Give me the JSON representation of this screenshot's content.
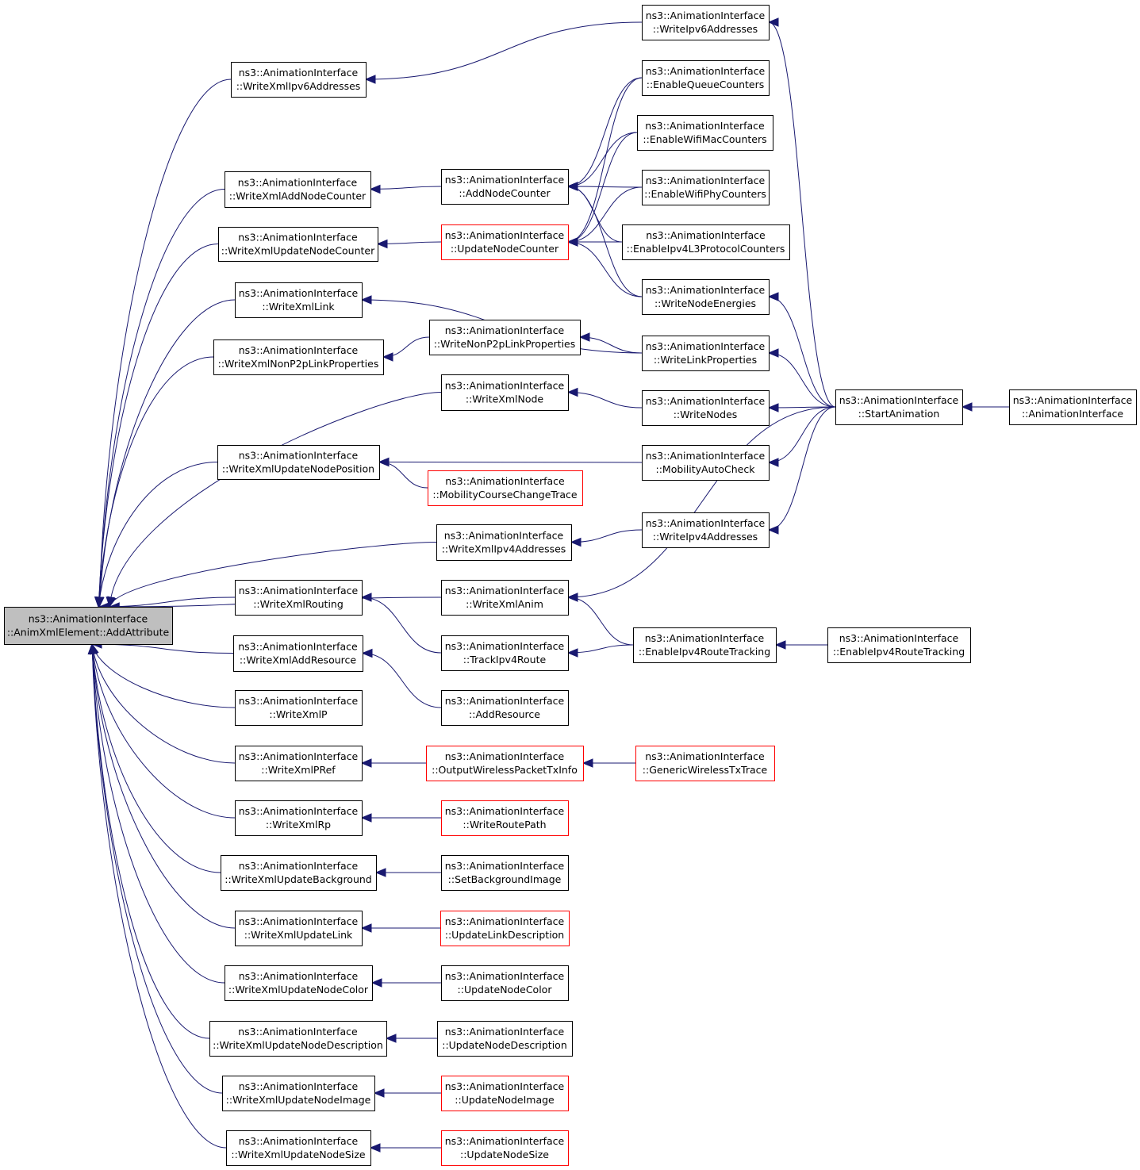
{
  "colors": {
    "edge": "#191970",
    "node_border": "#000000",
    "truncated_border": "#ff0000",
    "root_fill": "#bfbfbf",
    "background": "#ffffff"
  },
  "nodes": {
    "addattr": {
      "line1": "ns3::AnimationInterface",
      "line2": "::AnimXmlElement::AddAttribute",
      "kind": "root"
    },
    "wxipv6": {
      "line1": "ns3::AnimationInterface",
      "line2": "::WriteXmlIpv6Addresses",
      "kind": "normal"
    },
    "wxanc": {
      "line1": "ns3::AnimationInterface",
      "line2": "::WriteXmlAddNodeCounter",
      "kind": "normal"
    },
    "wxunc": {
      "line1": "ns3::AnimationInterface",
      "line2": "::WriteXmlUpdateNodeCounter",
      "kind": "normal"
    },
    "wxlink": {
      "line1": "ns3::AnimationInterface",
      "line2": "::WriteXmlLink",
      "kind": "normal"
    },
    "wxnp2p": {
      "line1": "ns3::AnimationInterface",
      "line2": "::WriteXmlNonP2pLinkProperties",
      "kind": "normal"
    },
    "wxunp": {
      "line1": "ns3::AnimationInterface",
      "line2": "::WriteXmlUpdateNodePosition",
      "kind": "normal"
    },
    "wxrouting": {
      "line1": "ns3::AnimationInterface",
      "line2": "::WriteXmlRouting",
      "kind": "normal"
    },
    "wxaddres": {
      "line1": "ns3::AnimationInterface",
      "line2": "::WriteXmlAddResource",
      "kind": "normal"
    },
    "wxp": {
      "line1": "ns3::AnimationInterface",
      "line2": "::WriteXmlP",
      "kind": "normal"
    },
    "wxpref": {
      "line1": "ns3::AnimationInterface",
      "line2": "::WriteXmlPRef",
      "kind": "normal"
    },
    "wxrp": {
      "line1": "ns3::AnimationInterface",
      "line2": "::WriteXmlRp",
      "kind": "normal"
    },
    "wxubg": {
      "line1": "ns3::AnimationInterface",
      "line2": "::WriteXmlUpdateBackground",
      "kind": "normal"
    },
    "wxul": {
      "line1": "ns3::AnimationInterface",
      "line2": "::WriteXmlUpdateLink",
      "kind": "normal"
    },
    "wxunco": {
      "line1": "ns3::AnimationInterface",
      "line2": "::WriteXmlUpdateNodeColor",
      "kind": "normal"
    },
    "wxund": {
      "line1": "ns3::AnimationInterface",
      "line2": "::WriteXmlUpdateNodeDescription",
      "kind": "normal"
    },
    "wxuni": {
      "line1": "ns3::AnimationInterface",
      "line2": "::WriteXmlUpdateNodeImage",
      "kind": "normal"
    },
    "wxuns": {
      "line1": "ns3::AnimationInterface",
      "line2": "::WriteXmlUpdateNodeSize",
      "kind": "normal"
    },
    "anc": {
      "line1": "ns3::AnimationInterface",
      "line2": "::AddNodeCounter",
      "kind": "normal"
    },
    "unc": {
      "line1": "ns3::AnimationInterface",
      "line2": "::UpdateNodeCounter",
      "kind": "truncated"
    },
    "wnp2p": {
      "line1": "ns3::AnimationInterface",
      "line2": "::WriteNonP2pLinkProperties",
      "kind": "normal"
    },
    "wxnode": {
      "line1": "ns3::AnimationInterface",
      "line2": "::WriteXmlNode",
      "kind": "normal"
    },
    "mcct": {
      "line1": "ns3::AnimationInterface",
      "line2": "::MobilityCourseChangeTrace",
      "kind": "truncated"
    },
    "wxipv4": {
      "line1": "ns3::AnimationInterface",
      "line2": "::WriteXmlIpv4Addresses",
      "kind": "normal"
    },
    "wxanim": {
      "line1": "ns3::AnimationInterface",
      "line2": "::WriteXmlAnim",
      "kind": "normal"
    },
    "track": {
      "line1": "ns3::AnimationInterface",
      "line2": "::TrackIpv4Route",
      "kind": "normal"
    },
    "addres": {
      "line1": "ns3::AnimationInterface",
      "line2": "::AddResource",
      "kind": "normal"
    },
    "owpti": {
      "line1": "ns3::AnimationInterface",
      "line2": "::OutputWirelessPacketTxInfo",
      "kind": "truncated"
    },
    "wrp": {
      "line1": "ns3::AnimationInterface",
      "line2": "::WriteRoutePath",
      "kind": "truncated"
    },
    "sbg": {
      "line1": "ns3::AnimationInterface",
      "line2": "::SetBackgroundImage",
      "kind": "normal"
    },
    "uld": {
      "line1": "ns3::AnimationInterface",
      "line2": "::UpdateLinkDescription",
      "kind": "truncated"
    },
    "unco": {
      "line1": "ns3::AnimationInterface",
      "line2": "::UpdateNodeColor",
      "kind": "normal"
    },
    "und": {
      "line1": "ns3::AnimationInterface",
      "line2": "::UpdateNodeDescription",
      "kind": "normal"
    },
    "uni": {
      "line1": "ns3::AnimationInterface",
      "line2": "::UpdateNodeImage",
      "kind": "truncated"
    },
    "uns": {
      "line1": "ns3::AnimationInterface",
      "line2": "::UpdateNodeSize",
      "kind": "truncated"
    },
    "wipv6": {
      "line1": "ns3::AnimationInterface",
      "line2": "::WriteIpv6Addresses",
      "kind": "normal"
    },
    "eqc": {
      "line1": "ns3::AnimationInterface",
      "line2": "::EnableQueueCounters",
      "kind": "normal"
    },
    "ewmc": {
      "line1": "ns3::AnimationInterface",
      "line2": "::EnableWifiMacCounters",
      "kind": "normal"
    },
    "ewpc": {
      "line1": "ns3::AnimationInterface",
      "line2": "::EnableWifiPhyCounters",
      "kind": "normal"
    },
    "eipl3": {
      "line1": "ns3::AnimationInterface",
      "line2": "::EnableIpv4L3ProtocolCounters",
      "kind": "normal"
    },
    "wne": {
      "line1": "ns3::AnimationInterface",
      "line2": "::WriteNodeEnergies",
      "kind": "normal"
    },
    "wlp": {
      "line1": "ns3::AnimationInterface",
      "line2": "::WriteLinkProperties",
      "kind": "normal"
    },
    "wnodes": {
      "line1": "ns3::AnimationInterface",
      "line2": "::WriteNodes",
      "kind": "normal"
    },
    "mac": {
      "line1": "ns3::AnimationInterface",
      "line2": "::MobilityAutoCheck",
      "kind": "normal"
    },
    "wipv4": {
      "line1": "ns3::AnimationInterface",
      "line2": "::WriteIpv4Addresses",
      "kind": "normal"
    },
    "eirt1": {
      "line1": "ns3::AnimationInterface",
      "line2": "::EnableIpv4RouteTracking",
      "kind": "normal"
    },
    "gwtt": {
      "line1": "ns3::AnimationInterface",
      "line2": "::GenericWirelessTxTrace",
      "kind": "truncated"
    },
    "start": {
      "line1": "ns3::AnimationInterface",
      "line2": "::StartAnimation",
      "kind": "normal"
    },
    "eirt2": {
      "line1": "ns3::AnimationInterface",
      "line2": "::EnableIpv4RouteTracking",
      "kind": "normal"
    },
    "ctor": {
      "line1": "ns3::AnimationInterface",
      "line2": "::AnimationInterface",
      "kind": "normal"
    }
  },
  "edges": [
    [
      "wxipv6",
      "addattr"
    ],
    [
      "wxanc",
      "addattr"
    ],
    [
      "wxunc",
      "addattr"
    ],
    [
      "wxlink",
      "addattr"
    ],
    [
      "wxnp2p",
      "addattr"
    ],
    [
      "wxnode",
      "addattr"
    ],
    [
      "wxunp",
      "addattr"
    ],
    [
      "wxipv4",
      "addattr"
    ],
    [
      "wxanim",
      "addattr"
    ],
    [
      "wxrouting",
      "addattr"
    ],
    [
      "wxaddres",
      "addattr"
    ],
    [
      "wxp",
      "addattr"
    ],
    [
      "wxpref",
      "addattr"
    ],
    [
      "wxrp",
      "addattr"
    ],
    [
      "wxubg",
      "addattr"
    ],
    [
      "wxul",
      "addattr"
    ],
    [
      "wxunco",
      "addattr"
    ],
    [
      "wxund",
      "addattr"
    ],
    [
      "wxuni",
      "addattr"
    ],
    [
      "wxuns",
      "addattr"
    ],
    [
      "wipv6",
      "wxipv6"
    ],
    [
      "anc",
      "wxanc"
    ],
    [
      "unc",
      "wxunc"
    ],
    [
      "wlp",
      "wxlink"
    ],
    [
      "wnp2p",
      "wxnp2p"
    ],
    [
      "wlp",
      "wnp2p"
    ],
    [
      "wnodes",
      "wxnode"
    ],
    [
      "mac",
      "wxunp"
    ],
    [
      "mcct",
      "wxunp"
    ],
    [
      "wipv4",
      "wxipv4"
    ],
    [
      "start",
      "wxanim"
    ],
    [
      "eirt1",
      "wxanim"
    ],
    [
      "track",
      "wxrouting"
    ],
    [
      "eirt1",
      "track"
    ],
    [
      "addres",
      "wxaddres"
    ],
    [
      "owpti",
      "wxpref"
    ],
    [
      "gwtt",
      "owpti"
    ],
    [
      "wrp",
      "wxrp"
    ],
    [
      "sbg",
      "wxubg"
    ],
    [
      "uld",
      "wxul"
    ],
    [
      "unco",
      "wxunco"
    ],
    [
      "und",
      "wxund"
    ],
    [
      "uni",
      "wxuni"
    ],
    [
      "uns",
      "wxuns"
    ],
    [
      "eqc",
      "anc"
    ],
    [
      "ewmc",
      "anc"
    ],
    [
      "ewpc",
      "anc"
    ],
    [
      "eipl3",
      "anc"
    ],
    [
      "wne",
      "anc"
    ],
    [
      "eqc",
      "unc"
    ],
    [
      "ewmc",
      "unc"
    ],
    [
      "ewpc",
      "unc"
    ],
    [
      "eipl3",
      "unc"
    ],
    [
      "wne",
      "unc"
    ],
    [
      "start",
      "wipv6"
    ],
    [
      "start",
      "wne"
    ],
    [
      "start",
      "wlp"
    ],
    [
      "start",
      "wnodes"
    ],
    [
      "start",
      "mac"
    ],
    [
      "start",
      "wipv4"
    ],
    [
      "ctor",
      "start"
    ],
    [
      "eirt2",
      "eirt1"
    ]
  ]
}
